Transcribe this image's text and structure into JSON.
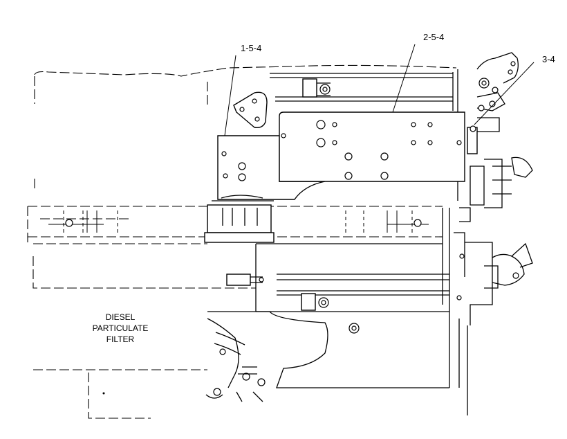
{
  "callouts": {
    "part_1": "1-5-4",
    "part_2": "2-5-4",
    "part_3": "3-4"
  },
  "component_label": {
    "line1": "DIESEL",
    "line2": "PARTICULATE",
    "line3": "FILTER"
  }
}
